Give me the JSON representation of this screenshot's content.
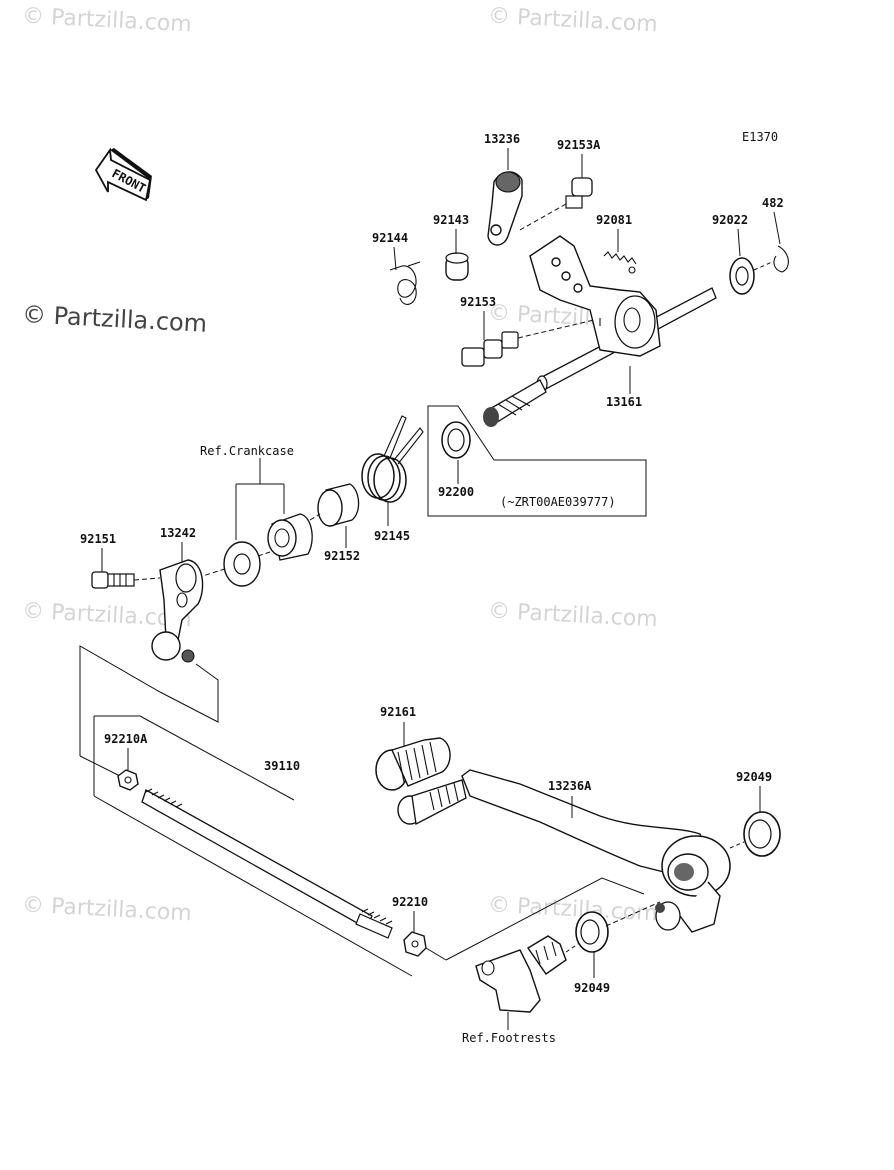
{
  "diagram": {
    "code": "E1370",
    "front_arrow_label": "FRONT",
    "ref_labels": {
      "crankcase": "Ref.Crankcase",
      "footrests": "Ref.Footrests",
      "serial_note": "(~ZRT00AE039777)"
    },
    "parts": {
      "p13236": "13236",
      "p92153A": "92153A",
      "p92143": "92143",
      "p92081": "92081",
      "p92022": "92022",
      "p482": "482",
      "p92144": "92144",
      "p92153": "92153",
      "p13161": "13161",
      "p92200": "92200",
      "p92145": "92145",
      "p92152": "92152",
      "p92151": "92151",
      "p13242": "13242",
      "p92161": "92161",
      "p13236A": "13236A",
      "p92049a": "92049",
      "p92049b": "92049",
      "p92210A": "92210A",
      "p39110": "39110",
      "p92210": "92210"
    }
  },
  "watermarks": {
    "small": "© Partzilla.com",
    "large": "© Partzilla.com"
  }
}
